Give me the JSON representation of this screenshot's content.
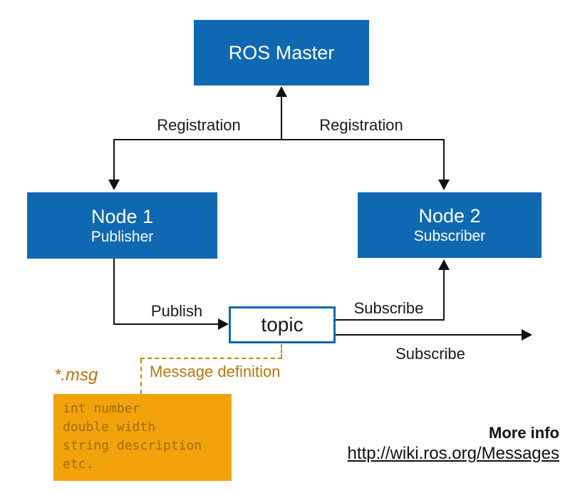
{
  "diagram": {
    "ros_master": {
      "title": "ROS Master"
    },
    "node1": {
      "title": "Node 1",
      "subtitle": "Publisher"
    },
    "node2": {
      "title": "Node 2",
      "subtitle": "Subscriber"
    },
    "topic": {
      "label": "topic"
    },
    "edges": {
      "registration_left": "Registration",
      "registration_right": "Registration",
      "publish": "Publish",
      "subscribe_top": "Subscribe",
      "subscribe_bottom": "Subscribe"
    },
    "message_definition": {
      "callout_label": "Message definition",
      "file_label": "*.msg",
      "code_lines": [
        "int number",
        "double width",
        "string description",
        "etc."
      ]
    },
    "footer": {
      "more_info": "More info",
      "url": "http://wiki.ros.org/Messages"
    },
    "colors": {
      "box_blue": "#0F68B2",
      "orange_fill": "#F2A30B",
      "orange_code_text": "#A16C08",
      "orange_line": "#C8860B",
      "line_black": "#111111"
    }
  }
}
